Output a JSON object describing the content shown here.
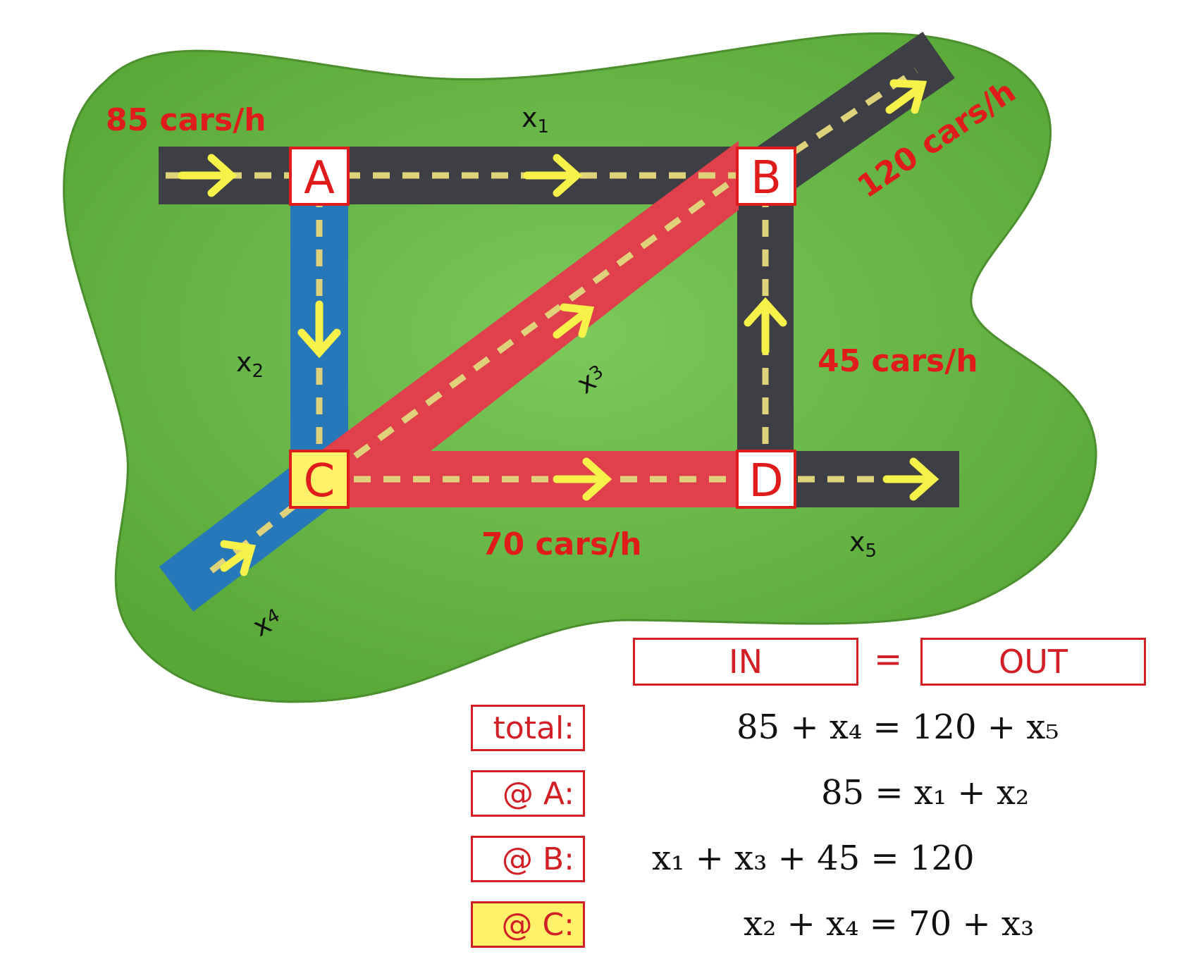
{
  "colors": {
    "background_green": "#69b845",
    "road_dark": "#3e3f44",
    "road_red": "#e0404c",
    "road_blue": "#2778b8",
    "dash_yellow": "#dfd27a",
    "arrow_yellow": "#f6f24a",
    "label_red": "#e01b1b",
    "node_highlight": "#fff26a"
  },
  "nodes": {
    "A": "A",
    "B": "B",
    "C": "C",
    "D": "D",
    "highlighted": "C"
  },
  "flows": {
    "in_a": "85 cars/h",
    "out_b": "120 cars/h",
    "in_d": "45 cars/h",
    "c_to_d": "70 cars/h"
  },
  "variables": {
    "x1": {
      "base": "x",
      "sub": "1"
    },
    "x2": {
      "base": "x",
      "sub": "2"
    },
    "x3": {
      "base": "x",
      "sub": "3"
    },
    "x4": {
      "base": "x",
      "sub": "4"
    },
    "x5": {
      "base": "x",
      "sub": "5"
    }
  },
  "balance": {
    "in": "IN",
    "eq": "=",
    "out": "OUT"
  },
  "equations": [
    {
      "label": "total:",
      "highlight": false,
      "text": "85 + x₄ = 120 + x₅"
    },
    {
      "label": "@ A:",
      "highlight": false,
      "text": "85 = x₁ + x₂"
    },
    {
      "label": "@ B:",
      "highlight": false,
      "text": "x₁ + x₃ + 45 = 120"
    },
    {
      "label": "@ C:",
      "highlight": true,
      "text": "x₂ + x₄ = 70 + x₃"
    }
  ]
}
